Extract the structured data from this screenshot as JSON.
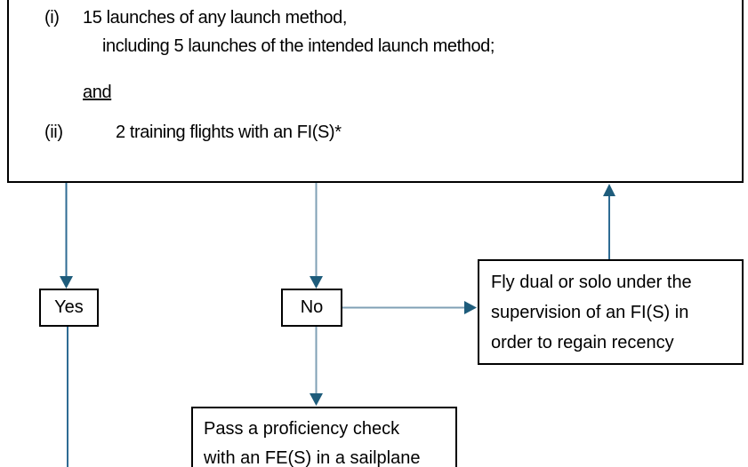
{
  "requirements_box": {
    "item1_marker": "(i)",
    "item1_text": "15 launches of any launch method,",
    "item1_continuation": "including 5 launches of the intended launch method;",
    "conjunction": "and",
    "item2_marker": "(ii)",
    "item2_text": "2 training flights with an FI(S)*"
  },
  "decision": {
    "yes_label": "Yes",
    "no_label": "No"
  },
  "regain_recency_box": {
    "line1": "Fly dual or solo under the",
    "line2": "supervision of an FI(S) in",
    "line3": "order to regain recency"
  },
  "proficiency_check_box": {
    "line1": "Pass a proficiency check",
    "line2": "with an FE(S) in a sailplane"
  },
  "colors": {
    "connector_light": "#7fa0b5",
    "connector_dark": "#2e6b93",
    "arrowhead": "#1e5c7b",
    "box_border": "#000000",
    "text": "#000000",
    "background": "#ffffff"
  }
}
